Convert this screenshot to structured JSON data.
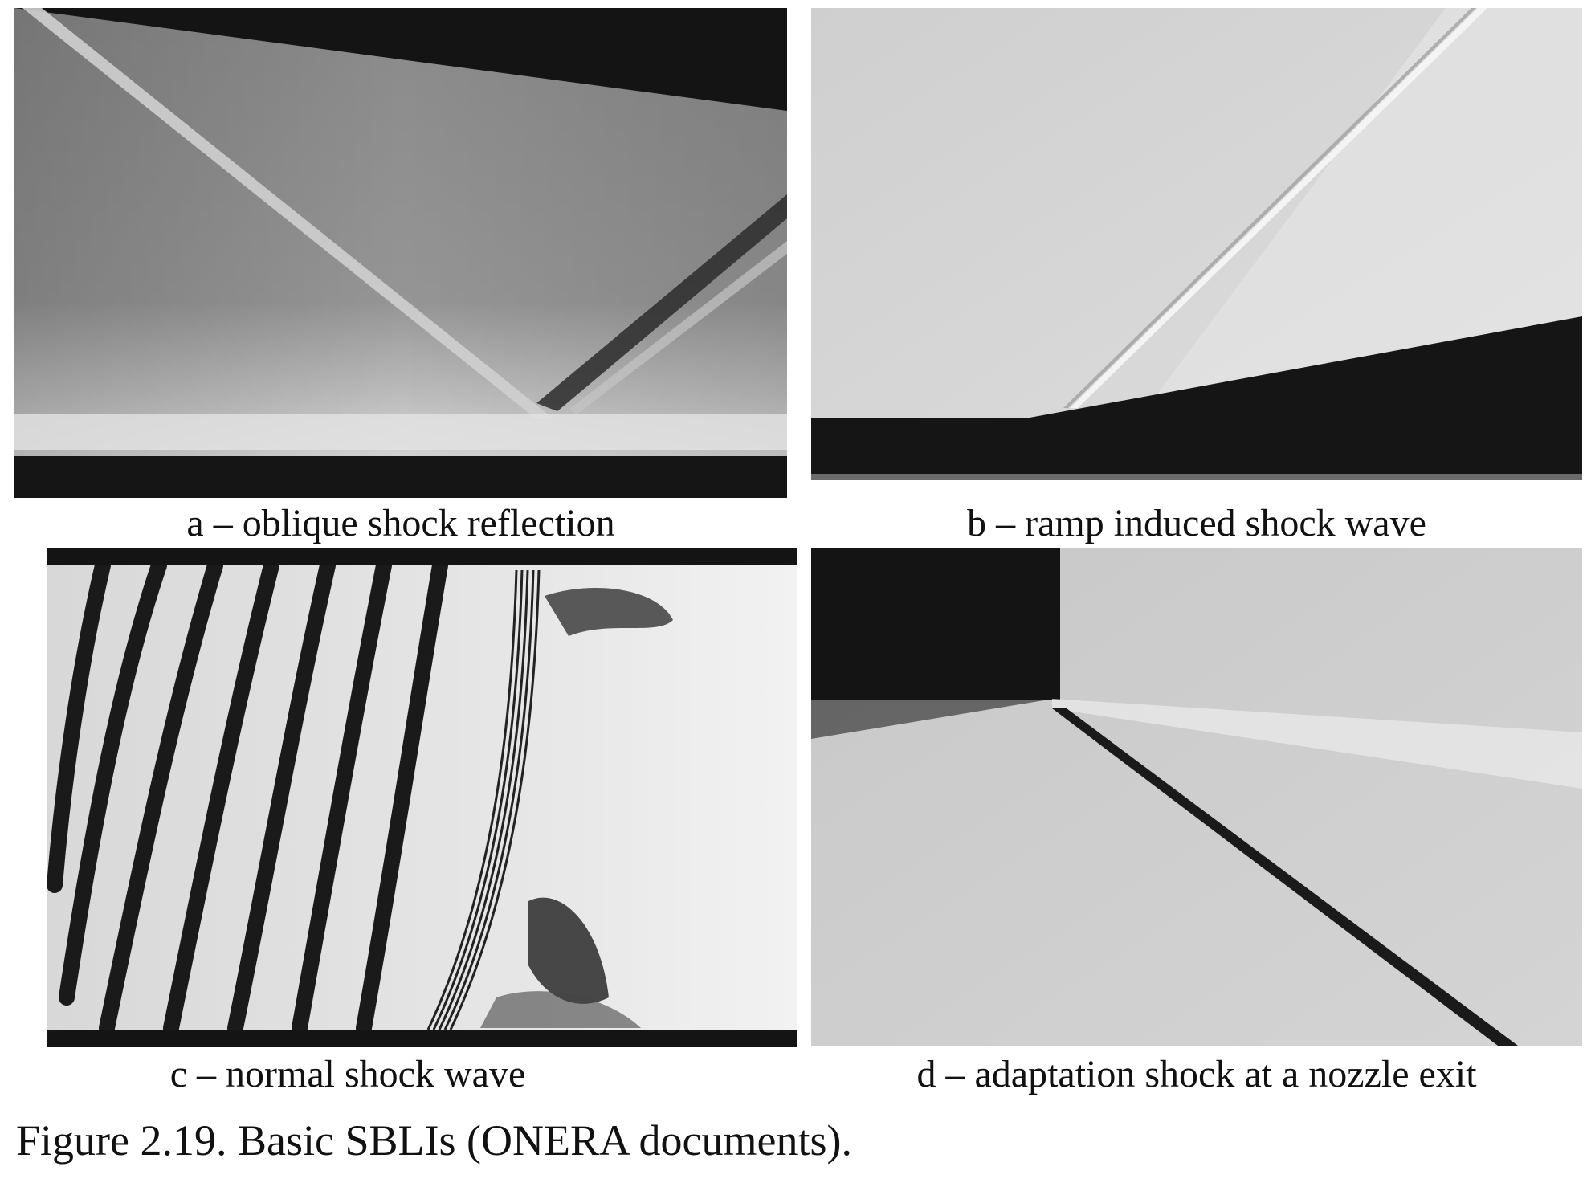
{
  "panels": {
    "a": {
      "caption": "a – oblique shock reflection"
    },
    "b": {
      "caption": "b – ramp induced shock wave"
    },
    "c": {
      "caption": "c – normal shock wave"
    },
    "d": {
      "caption": "d – adaptation shock at a nozzle exit"
    }
  },
  "figure": {
    "number": "Figure 2.19.",
    "title": "Basic SBLIs (ONERA documents)."
  }
}
